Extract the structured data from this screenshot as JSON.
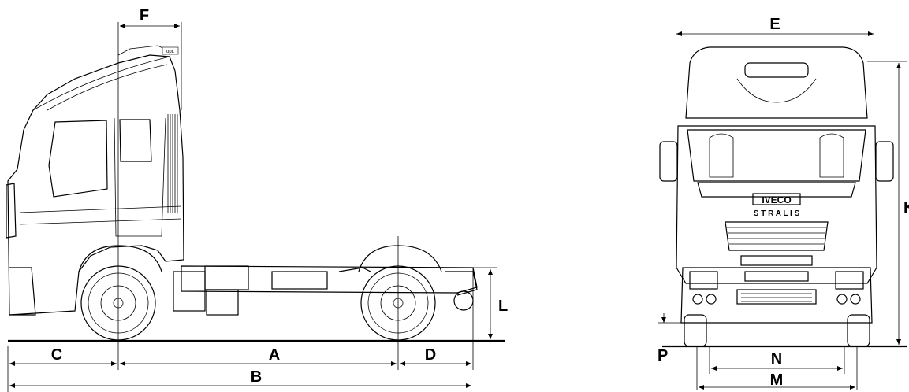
{
  "labels": {
    "F": "F",
    "E": "E",
    "K": "K",
    "L": "L",
    "C": "C",
    "A": "A",
    "D": "D",
    "B": "B",
    "P": "P",
    "N": "N",
    "M": "M",
    "opt": "opt.",
    "brand": "IVECO",
    "model": "S T R A L I S"
  }
}
